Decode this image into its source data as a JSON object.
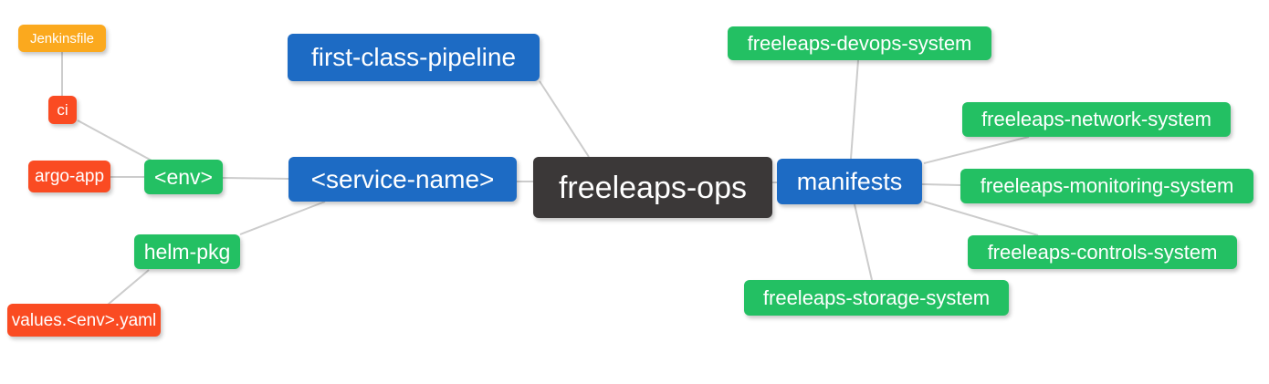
{
  "diagram": {
    "type": "mindmap",
    "root_label": "freeleaps-ops",
    "nodes": {
      "jenkinsfile": {
        "label": "Jenkinsfile",
        "color": "#fba91e"
      },
      "ci": {
        "label": "ci",
        "color": "#fa4b22"
      },
      "argo_app": {
        "label": "argo-app",
        "color": "#fa4b22"
      },
      "env": {
        "label": "<env>",
        "color": "#23c063"
      },
      "helm_pkg": {
        "label": "helm-pkg",
        "color": "#23c063"
      },
      "values_env_yaml": {
        "label": "values.<env>.yaml",
        "color": "#fa4b22"
      },
      "first_class_pipeline": {
        "label": "first-class-pipeline",
        "color": "#1d6bc4"
      },
      "service_name": {
        "label": "<service-name>",
        "color": "#1d6bc4"
      },
      "freeleaps_ops": {
        "label": "freeleaps-ops",
        "color": "#3b3838"
      },
      "manifests": {
        "label": "manifests",
        "color": "#1d6bc4"
      },
      "devops_system": {
        "label": "freeleaps-devops-system",
        "color": "#23c063"
      },
      "network_system": {
        "label": "freeleaps-network-system",
        "color": "#23c063"
      },
      "monitoring_system": {
        "label": "freeleaps-monitoring-system",
        "color": "#23c063"
      },
      "controls_system": {
        "label": "freeleaps-controls-system",
        "color": "#23c063"
      },
      "storage_system": {
        "label": "freeleaps-storage-system",
        "color": "#23c063"
      }
    },
    "edges": [
      {
        "from": "jenkinsfile",
        "to": "ci"
      },
      {
        "from": "ci",
        "to": "env"
      },
      {
        "from": "argo_app",
        "to": "env"
      },
      {
        "from": "env",
        "to": "service_name"
      },
      {
        "from": "helm_pkg",
        "to": "service_name"
      },
      {
        "from": "values_env_yaml",
        "to": "helm_pkg"
      },
      {
        "from": "first_class_pipeline",
        "to": "freeleaps_ops"
      },
      {
        "from": "service_name",
        "to": "freeleaps_ops"
      },
      {
        "from": "freeleaps_ops",
        "to": "manifests"
      },
      {
        "from": "manifests",
        "to": "devops_system"
      },
      {
        "from": "manifests",
        "to": "network_system"
      },
      {
        "from": "manifests",
        "to": "monitoring_system"
      },
      {
        "from": "manifests",
        "to": "controls_system"
      },
      {
        "from": "manifests",
        "to": "storage_system"
      }
    ],
    "palette": {
      "blue": "#1d6bc4",
      "green": "#23c063",
      "red_orange": "#fa4b22",
      "amber": "#fba91e",
      "dark": "#3b3838",
      "edge": "#cccccc",
      "text": "#ffffff",
      "background": "#ffffff"
    }
  }
}
